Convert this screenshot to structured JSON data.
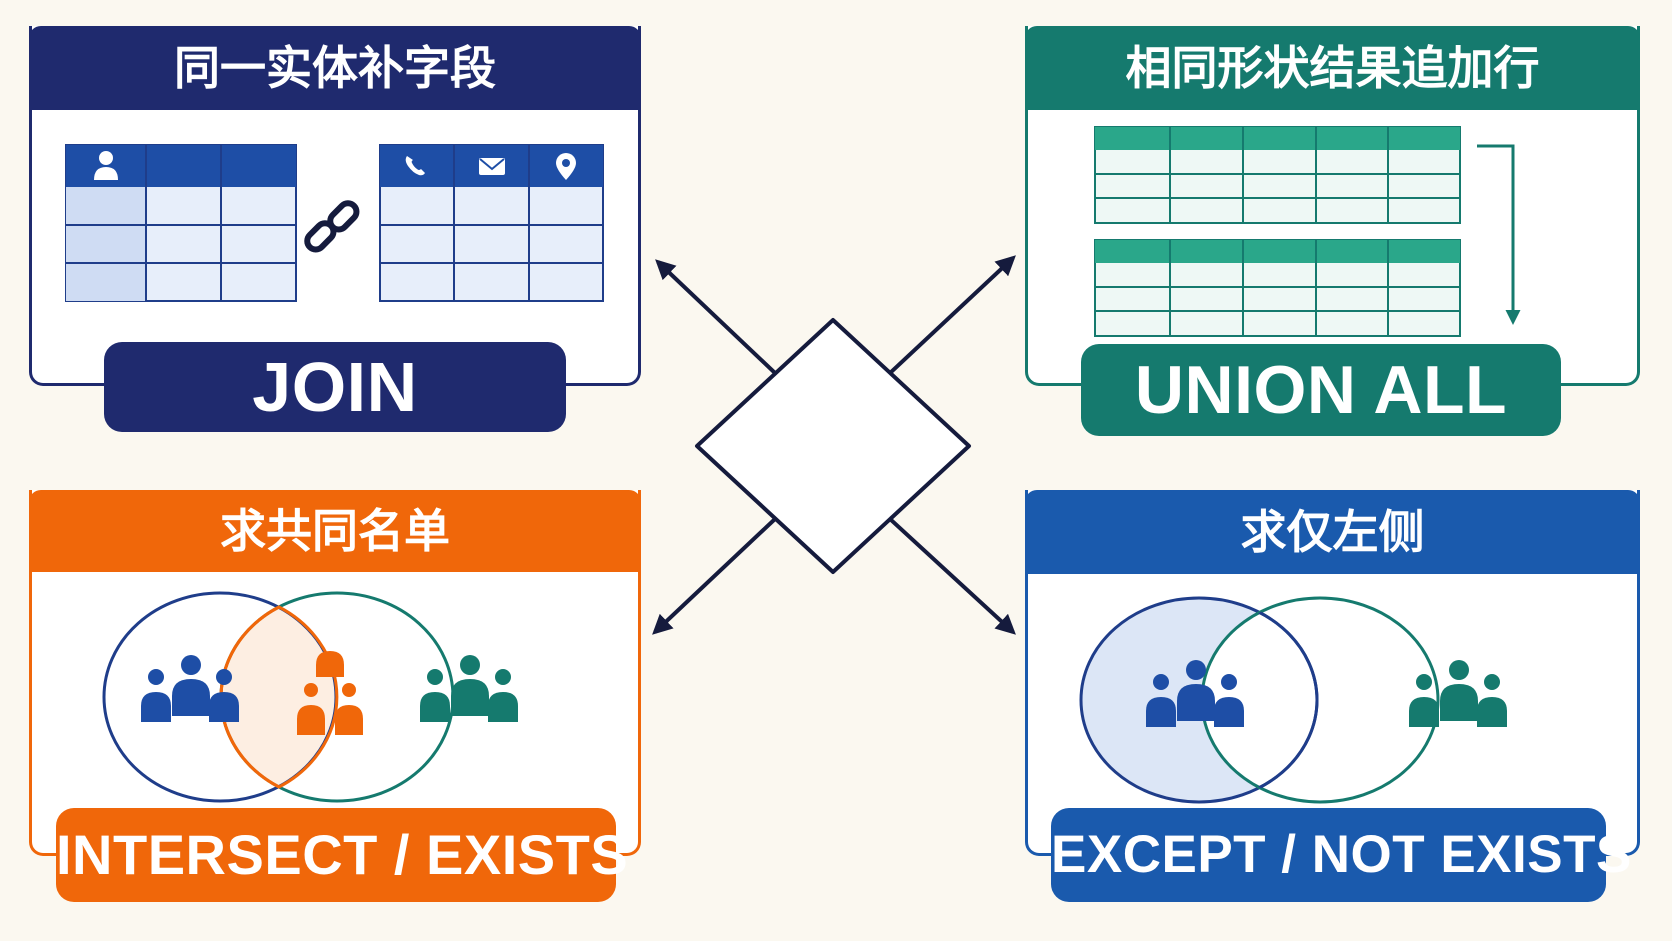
{
  "colors": {
    "background": "#fbf8f0",
    "join": "#1f2a6e",
    "union": "#157a6e",
    "intersect": "#f0670a",
    "except": "#1a5aad",
    "arrow": "#151b3d"
  },
  "panels": {
    "join": {
      "title": "同一实体补字段",
      "tag": "JOIN",
      "icons": [
        "user-icon",
        "link-icon",
        "phone-icon",
        "mail-icon",
        "location-pin-icon"
      ]
    },
    "union": {
      "title": "相同形状结果追加行",
      "tag": "UNION ALL",
      "icons": [
        "append-arrow-icon"
      ]
    },
    "intersect": {
      "title": "求共同名单",
      "tag": "INTERSECT / EXISTS",
      "icons": [
        "people-group-icon"
      ]
    },
    "except": {
      "title": "求仅左侧",
      "tag": "EXCEPT / NOT EXISTS",
      "icons": [
        "people-group-icon"
      ]
    }
  },
  "center": {
    "shape": "diamond",
    "arrows": [
      "top-left",
      "top-right",
      "bottom-left",
      "bottom-right"
    ]
  }
}
